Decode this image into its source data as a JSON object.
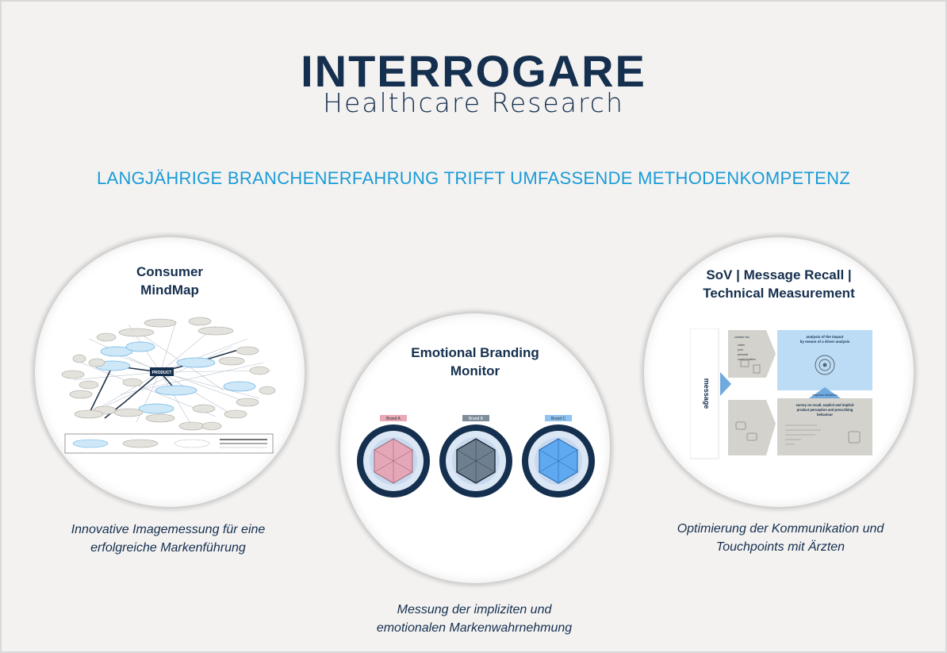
{
  "logo": {
    "main": "INTERROGARE",
    "sub": "Healthcare Research"
  },
  "tagline": "LANGJÄHRIGE BRANCHENERFAHRUNG TRIFFT UMFASSENDE METHODENKOMPETENZ",
  "cards": [
    {
      "title_line1": "Consumer",
      "title_line2": "MindMap",
      "caption_line1": "Innovative Imagemessung für eine",
      "caption_line2": "erfolgreiche Markenführung",
      "center_node": "PRODUCT"
    },
    {
      "title_line1": "Emotional Branding",
      "title_line2": "Monitor",
      "caption_line1": "Messung der impliziten und",
      "caption_line2": "emotionalen Markenwahrnehmung",
      "brands": [
        "Brand A",
        "Brand B",
        "Brand C"
      ]
    },
    {
      "title_line1": "SoV | Message Recall |",
      "title_line2": "Technical Measurement",
      "caption_line1": "Optimierung der Kommunikation und",
      "caption_line2": "Touchpoints mit Ärzten",
      "side_label": "message",
      "analysis_line1": "analysis of the impact",
      "analysis_line2": "by means of a driver analysis",
      "response_label": "response behaviour",
      "contact_label": "contact via:",
      "contact_items": [
        "online",
        "print",
        "personal",
        "communication"
      ],
      "survey_line1": "survey on recall, explicit and implicit",
      "survey_line2": "product perception and prescribing",
      "survey_line3": "behaviour"
    }
  ]
}
